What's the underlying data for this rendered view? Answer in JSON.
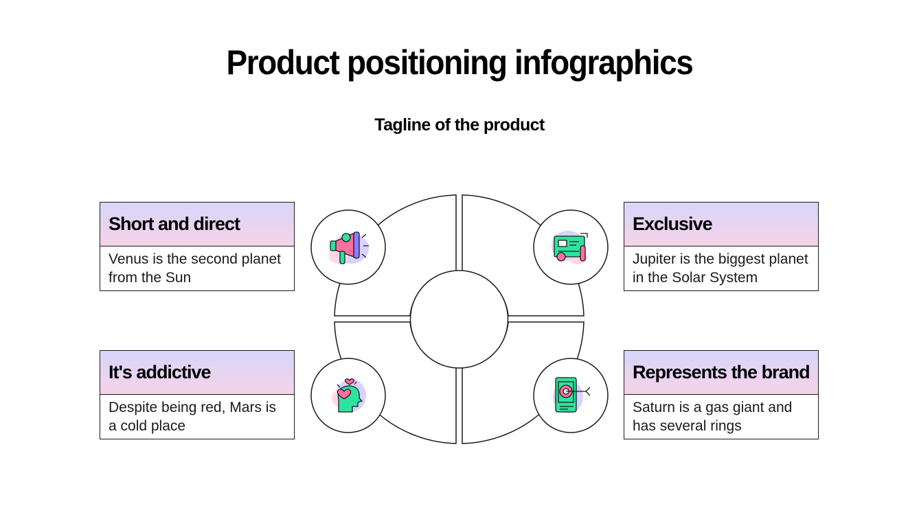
{
  "title": "Product positioning infographics",
  "tagline": "Tagline of the product",
  "colors": {
    "header_top": "#d7d6fb",
    "header_bottom": "#f6d3e8",
    "icon_green": "#2ee39e",
    "icon_pink": "#ff6fa0",
    "icon_purple": "#8c7cff",
    "blob_purple": "#d9d2ff",
    "blob_pink": "#ffd6ea"
  },
  "items": [
    {
      "heading": "Short and direct",
      "text": "Venus is the second planet from the Sun",
      "icon": "megaphone-icon"
    },
    {
      "heading": "Exclusive",
      "text": "Jupiter is the biggest planet in the Solar System",
      "icon": "credit-card-icon"
    },
    {
      "heading": "It's addictive",
      "text": "Despite being red, Mars is a cold place",
      "icon": "heart-head-icon"
    },
    {
      "heading": "Represents the brand",
      "text": "Saturn is a gas giant and has several rings",
      "icon": "target-phone-icon"
    }
  ]
}
